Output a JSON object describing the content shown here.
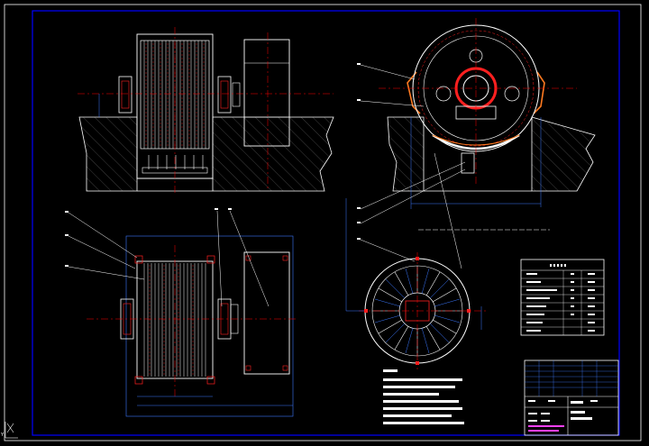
{
  "drawing": {
    "background": "#000000",
    "line_colors": {
      "outline": "#ffffff",
      "border": "#0000ff",
      "centerline": "#ff0000",
      "dimension": "#3c78ff",
      "hatch": "#c8c8c8",
      "accent": "#ff2020"
    },
    "views": [
      "front-view",
      "top-view",
      "side-view",
      "section-view",
      "parts-table",
      "technical-notes",
      "title-block"
    ]
  },
  "ucs": {
    "y_label": "Y",
    "x_label": "X",
    "icon": "ucs-axis-icon"
  }
}
